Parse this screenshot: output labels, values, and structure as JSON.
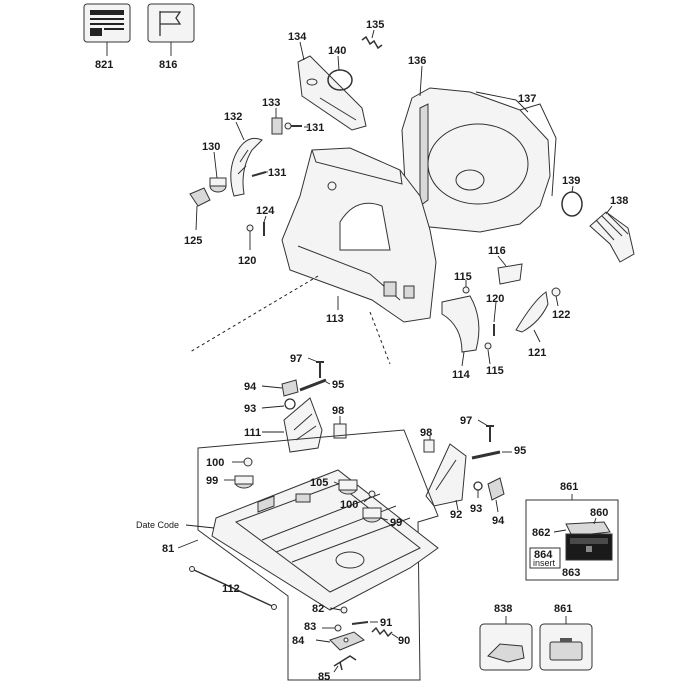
{
  "labels": {
    "l821": "821",
    "l816": "816",
    "l134": "134",
    "l135": "135",
    "l140": "140",
    "l136": "136",
    "l137": "137",
    "l133": "133",
    "l131a": "131",
    "l132": "132",
    "l130": "130",
    "l131b": "131",
    "l139": "139",
    "l138": "138",
    "l124": "124",
    "l125": "125",
    "l120a": "120",
    "l116": "116",
    "l115a": "115",
    "l120b": "120",
    "l122": "122",
    "l113": "113",
    "l121": "121",
    "l114": "114",
    "l115b": "115",
    "l97a": "97",
    "l94a": "94",
    "l95a": "95",
    "l93a": "93",
    "l98a": "98",
    "l111": "111",
    "l97b": "97",
    "l98b": "98",
    "l95b": "95",
    "l100a": "100",
    "l99a": "99",
    "l105": "105",
    "l100b": "100",
    "l99b": "99",
    "l92": "92",
    "l93b": "93",
    "l94b": "94",
    "l861a": "861",
    "l860": "860",
    "l862": "862",
    "l864": "864",
    "l864sub": "insert",
    "l863": "863",
    "datecode": "Date Code",
    "l81": "81",
    "l112": "112",
    "l82": "82",
    "l83": "83",
    "l91": "91",
    "l84": "84",
    "l90": "90",
    "l85": "85",
    "l838": "838",
    "l861b": "861"
  }
}
